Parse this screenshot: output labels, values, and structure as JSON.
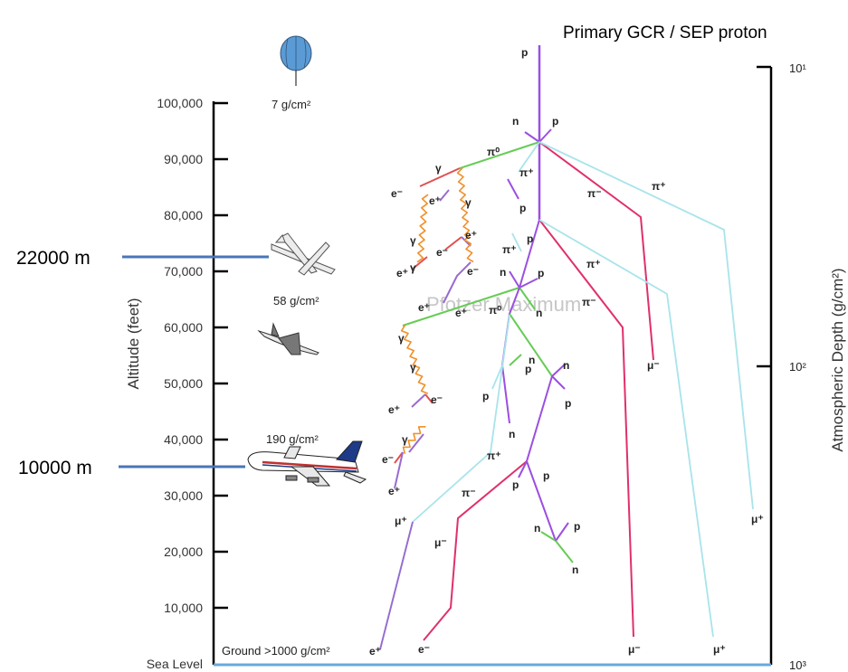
{
  "title": "Primary GCR / SEP proton",
  "left_axis": {
    "label": "Altitude (feet)",
    "ticks": [
      "100,000",
      "90,000",
      "80,000",
      "70,000",
      "60,000",
      "50,000",
      "40,000",
      "30,000",
      "20,000",
      "10,000",
      "Sea Level"
    ]
  },
  "right_axis": {
    "label": "Atmospheric Depth (g/cm²)",
    "ticks": [
      "10¹",
      "10²",
      "10³"
    ]
  },
  "altitude_markers": [
    "22000 m",
    "10000 m"
  ],
  "depth_labels": {
    "balloon": "7 g/cm²",
    "highplane": "58 g/cm²",
    "airliner": "190 g/cm²",
    "ground": "Ground  >1000 g/cm²"
  },
  "watermark": "Pfotzer Maximum",
  "particles": {
    "p": "p",
    "n": "n",
    "pi0": "π⁰",
    "piplus": "π⁺",
    "piminus": "π⁻",
    "gamma": "γ",
    "eminus": "e⁻",
    "eplus": "e⁺",
    "muplus": "μ⁺",
    "muminus": "μ⁻"
  },
  "colors": {
    "proton": "#9b4fe0",
    "pion0": "#66cc55",
    "pion_plus": "#a8e4ea",
    "pion_minus": "#e0306a",
    "muon_track": "#6aa8dd",
    "positron": "#9a6ad0",
    "electron": "#e05050",
    "gamma": "#f0902a",
    "axis": "#000000",
    "marker_line": "#4a76b8",
    "ground_line": "#6aa8dd"
  }
}
